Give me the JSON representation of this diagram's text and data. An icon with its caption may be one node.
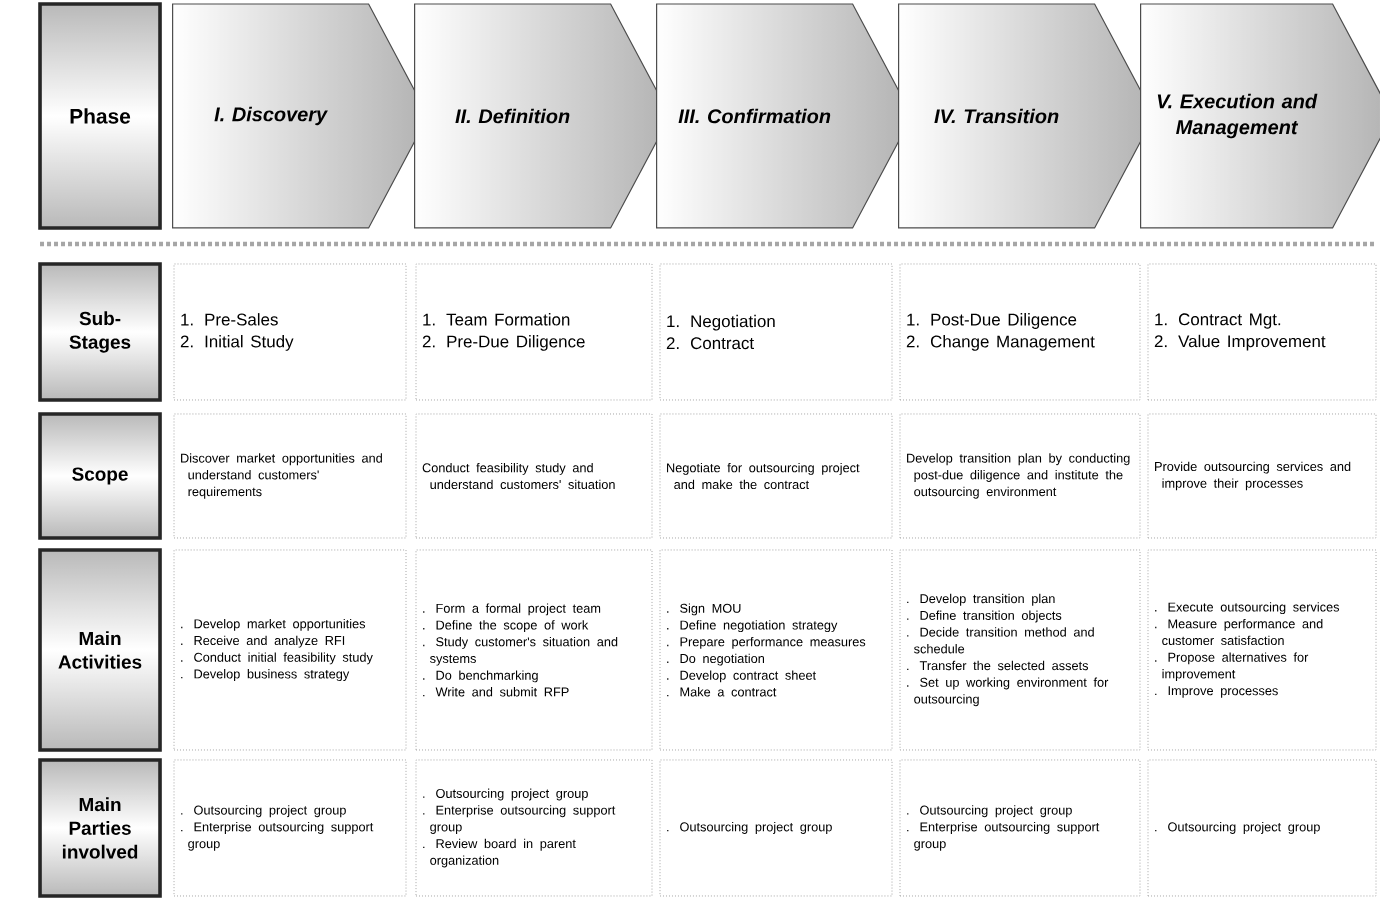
{
  "diagram": {
    "nodes": [
      {
        "text": [
          "Phase"
        ]
      },
      {
        "text": [
          "I. Discovery"
        ]
      },
      {
        "text": [
          "II. Definition"
        ]
      },
      {
        "text": [
          "III. Confirmation"
        ]
      },
      {
        "text": [
          "IV. Transition"
        ]
      },
      {
        "text": [
          "V. Execution and Management"
        ]
      },
      {
        "text": [
          "Sub-Stages"
        ]
      },
      {
        "text": [
          "1. Pre-Sales",
          "2. Initial Study"
        ]
      },
      {
        "text": [
          "1. Team Formation",
          "2. Pre-Due Diligence"
        ]
      },
      {
        "text": [
          "1. Negotiation",
          "2. Contract"
        ]
      },
      {
        "text": [
          "1. Post-Due Diligence",
          "2. Change Management"
        ]
      },
      {
        "text": [
          "1. Contract Mgt.",
          "2. Value Improvement"
        ]
      },
      {
        "text": [
          "Scope"
        ]
      },
      {
        "text": [
          "Discover market opportunities and understand customers' requirements"
        ]
      },
      {
        "text": [
          "Conduct feasibility study and understand customers' situation"
        ]
      },
      {
        "text": [
          "Negotiate for outsourcing project and make the contract"
        ]
      },
      {
        "text": [
          "Develop transition plan by conducting post-due diligence and institute the outsourcing environment"
        ]
      },
      {
        "text": [
          "Provide outsourcing services and improve their processes"
        ]
      },
      {
        "text": [
          "Main Activities"
        ]
      },
      {
        "text": [
          ". Develop market opportunities",
          ". Receive and analyze RFI",
          ". Conduct initial feasibility study",
          ". Develop business strategy"
        ]
      },
      {
        "text": [
          ". Form a formal project team",
          ". Define the scope of work",
          ". Study customer's situation and systems",
          ". Do benchmarking",
          ". Write and submit RFP"
        ]
      },
      {
        "text": [
          ". Sign MOU",
          ". Define negotiation strategy",
          ". Prepare performance measures",
          ". Do negotiation",
          ". Develop contract sheet",
          ". Make a contract"
        ]
      },
      {
        "text": [
          ". Develop transition plan",
          ". Define transition objects",
          ". Decide transition method and schedule",
          ". Transfer the selected assets",
          ". Set up working environment for outsourcing"
        ]
      },
      {
        "text": [
          ". Execute outsourcing services",
          ". Measure performance and customer satisfaction",
          ". Propose alternatives for improvement",
          ". Improve processes"
        ]
      },
      {
        "text": [
          "Main Parties involved"
        ]
      },
      {
        "text": [
          ". Outsourcing project group",
          ". Enterprise outsourcing support group"
        ]
      },
      {
        "text": [
          ". Outsourcing project group",
          ". Enterprise outsourcing support group",
          ". Review board in parent organization"
        ]
      },
      {
        "text": [
          ". Outsourcing project group"
        ]
      },
      {
        "text": [
          ". Outsourcing project group",
          ". Enterprise outsourcing support group"
        ]
      },
      {
        "text": [
          ". Outsourcing project group"
        ]
      }
    ]
  }
}
